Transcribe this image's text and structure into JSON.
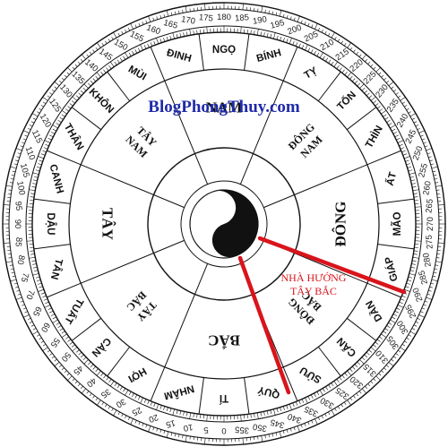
{
  "watermark": "BlogPhongThuy.com",
  "mountains": [
    "NGỌ",
    "ĐINH",
    "MÙI",
    "KHÔN",
    "THÂN",
    "CANH",
    "DẬU",
    "TÂN",
    "TUẤT",
    "CÀN",
    "HỢI",
    "NHÂM",
    "TÍ",
    "QUÝ",
    "SỬU",
    "CẤN",
    "DẦN",
    "GIÁP",
    "MÃO",
    "ẤT",
    "THÌN",
    "TỐN",
    "TỴ",
    "BÍNH"
  ],
  "directions": {
    "south": "NAM",
    "southwest": [
      "TÂY",
      "NAM"
    ],
    "west": "TÂY",
    "northwest": [
      "TÂY",
      "BẮC"
    ],
    "north": "BẮC",
    "northeast": [
      "ĐÔNG",
      "BẮC"
    ],
    "east": "ĐÔNG",
    "southeast": [
      "ĐÔNG",
      "NAM"
    ]
  },
  "degree_step": 5,
  "annotation": {
    "line1": "NHÀ HƯỚNG",
    "line2": "TÂY BẮC",
    "color": "#d9141b"
  },
  "colors": {
    "ink": "#111111",
    "brand": "#1f2aa8",
    "arrow": "#d9141b"
  },
  "center_symbol": "yin-yang"
}
